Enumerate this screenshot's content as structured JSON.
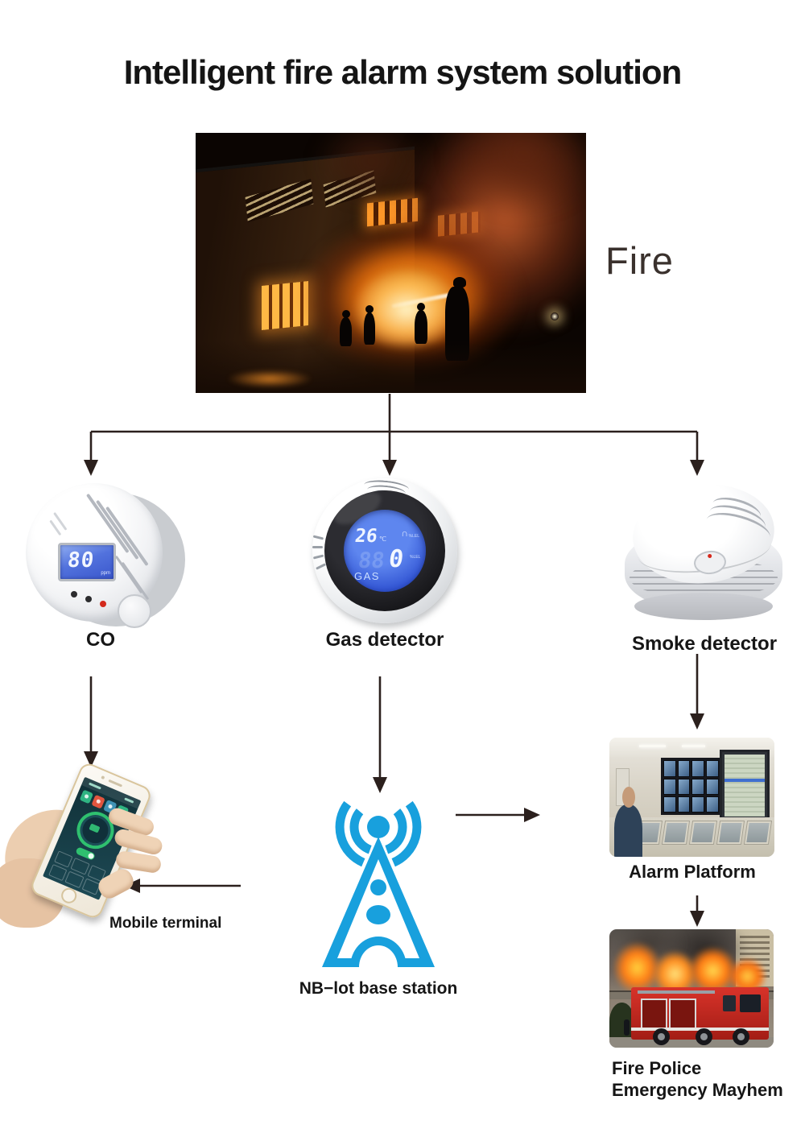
{
  "title": "Intelligent fire alarm system solution",
  "fire_photo": {
    "caption": "Fire"
  },
  "co_detector": {
    "label": "CO",
    "lcd_value": "80",
    "lcd_unit": "ppm"
  },
  "gas_detector": {
    "label": "Gas detector",
    "lcd_temp": "26",
    "lcd_temp_unit": "℃",
    "lcd_symbol": "∩",
    "lcd_symbol_unit": "%LEL",
    "lcd_ghost": "88",
    "lcd_value": "0",
    "lcd_value_unit": "%LEL",
    "lcd_gas_text": "GAS"
  },
  "smoke_detector": {
    "label": "Smoke detector"
  },
  "mobile_terminal": {
    "label": "Mobile terminal"
  },
  "nb_station": {
    "label": "NB−lot base station"
  },
  "alarm_platform": {
    "label": "Alarm Platform"
  },
  "fire_police": {
    "line1": "Fire Police",
    "line2": "Emergency Mayhem"
  },
  "colors": {
    "accent_blue": "#18A0DD",
    "lcd_blue": "#3356D4",
    "arrow": "#2B201D"
  }
}
